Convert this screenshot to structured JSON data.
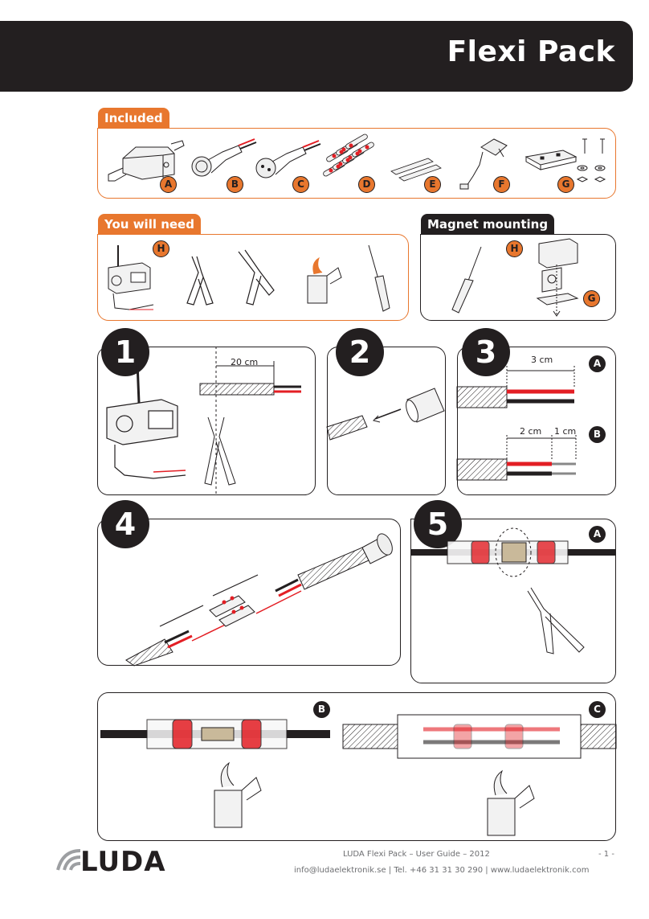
{
  "header": {
    "title": "Flexi Pack"
  },
  "sections": {
    "included": "Included",
    "you_will_need": "You will need",
    "magnet_mounting": "Magnet mounting"
  },
  "included_letters": [
    "A",
    "B",
    "C",
    "D",
    "E",
    "F",
    "G"
  ],
  "need_letters": {
    "h1": "H",
    "h2": "H",
    "g": "G"
  },
  "steps": [
    "1",
    "2",
    "3",
    "4",
    "5"
  ],
  "step_letters": {
    "s3a": "A",
    "s3b": "B",
    "s5a": "A",
    "s5b": "B",
    "s5c": "C"
  },
  "dimensions": {
    "step1": "20 cm",
    "step3a": "3 cm",
    "step3b1": "2 cm",
    "step3b2": "1 cm"
  },
  "footer": {
    "logo": "LUDA",
    "guide": "LUDA Flexi Pack – User Guide – 2012",
    "page": "- 1 -",
    "contact": "info@ludaelektronik.se | Tel. +46 31 31 30 290 | www.ludaelektronik.com"
  },
  "colors": {
    "accent": "#e8772e",
    "dark": "#231f20",
    "wire_red": "#e31e24"
  }
}
